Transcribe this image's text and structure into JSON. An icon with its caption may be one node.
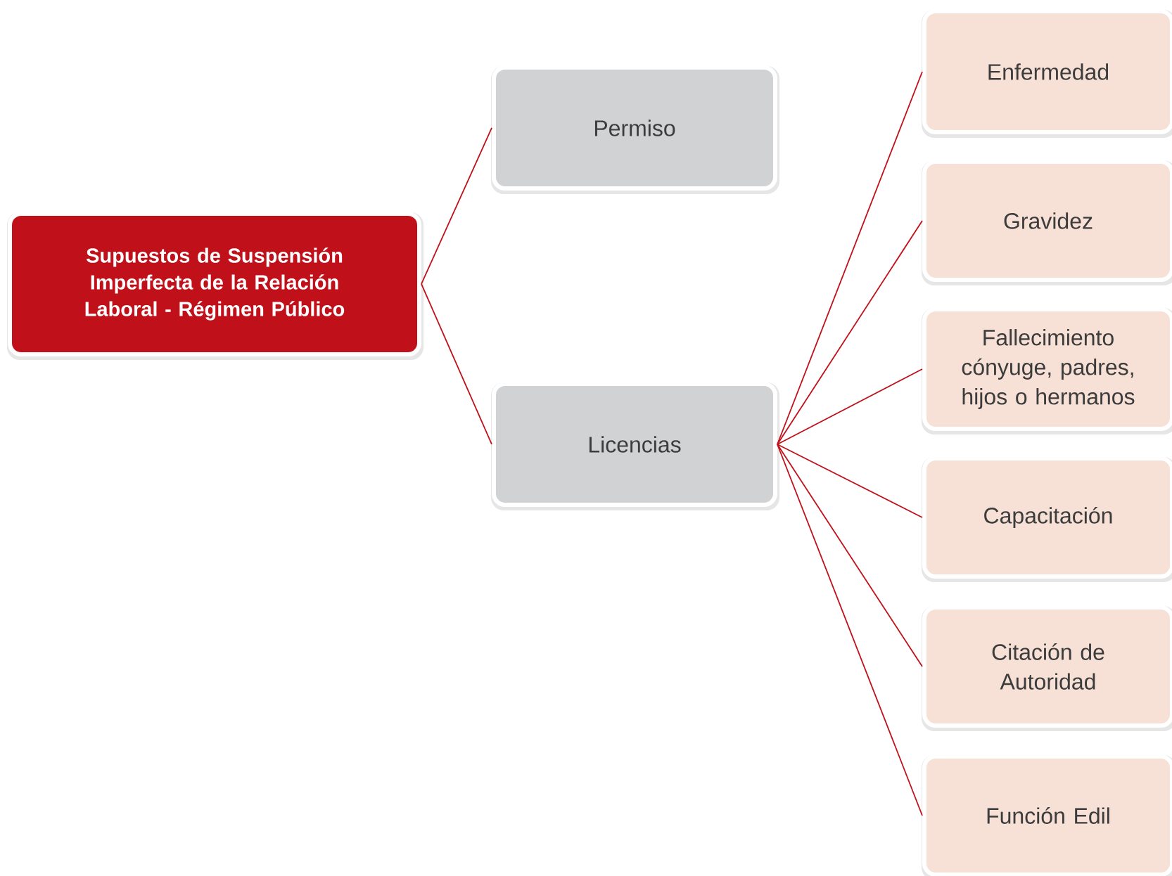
{
  "diagram": {
    "nodes": [
      {
        "text": [
          "Supuestos de Suspensión Imperfecta de la Relación Laboral - Régimen Público"
        ]
      },
      {
        "text": [
          "Permiso"
        ]
      },
      {
        "text": [
          "Licencias"
        ]
      },
      {
        "text": [
          "Enfermedad"
        ]
      },
      {
        "text": [
          "Gravidez"
        ]
      },
      {
        "text": [
          "Fallecimiento cónyuge, padres, hijos o hermanos"
        ]
      },
      {
        "text": [
          "Capacitación"
        ]
      },
      {
        "text": [
          "Citación de Autoridad"
        ]
      },
      {
        "text": [
          "Función Edil"
        ]
      }
    ],
    "edges": [
      {
        "from": 0,
        "to": 1,
        "arrow": "none"
      },
      {
        "from": 0,
        "to": 2,
        "arrow": "none"
      },
      {
        "from": 2,
        "to": 3,
        "arrow": "none"
      },
      {
        "from": 2,
        "to": 4,
        "arrow": "none"
      },
      {
        "from": 2,
        "to": 5,
        "arrow": "none"
      },
      {
        "from": 2,
        "to": 6,
        "arrow": "none"
      },
      {
        "from": 2,
        "to": 7,
        "arrow": "none"
      },
      {
        "from": 2,
        "to": 8,
        "arrow": "none"
      }
    ]
  }
}
